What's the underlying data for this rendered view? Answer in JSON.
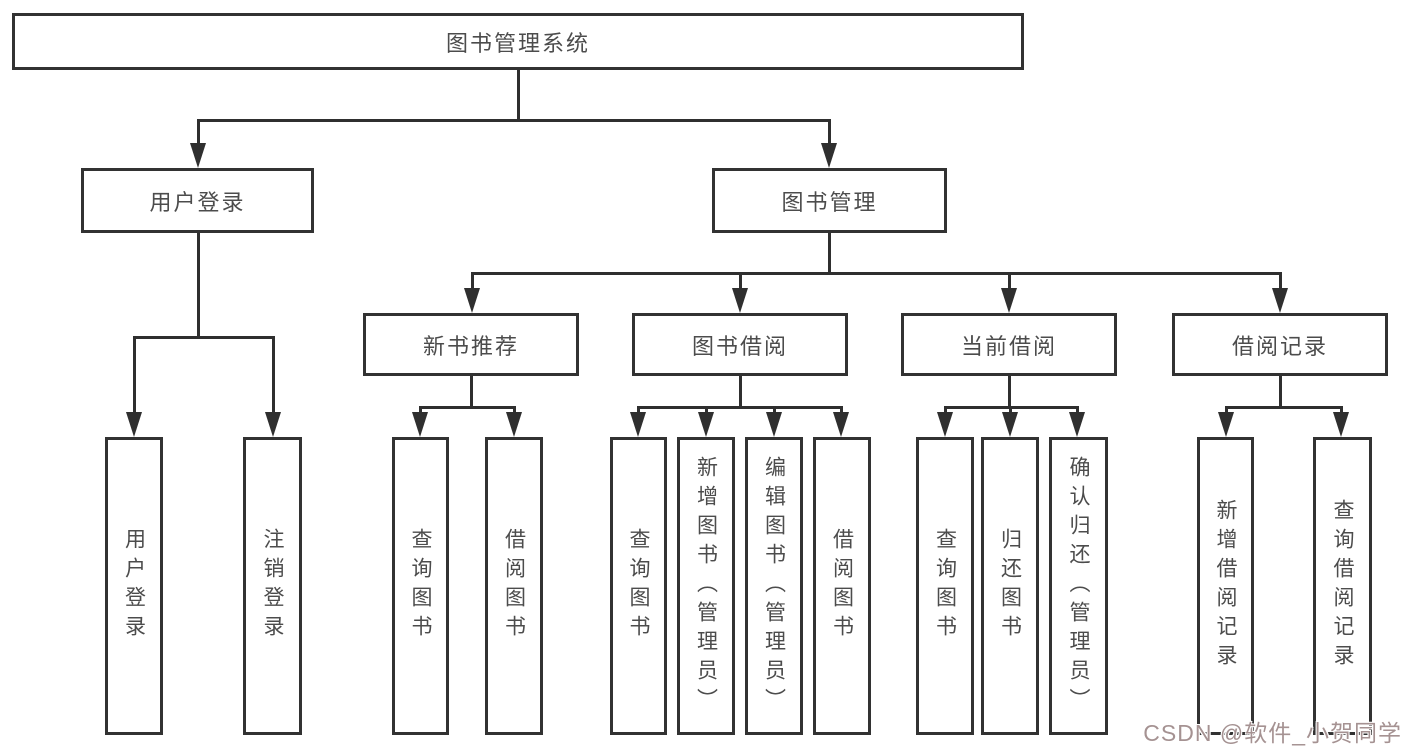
{
  "diagram": {
    "title": "图书管理系统",
    "level2": {
      "user_login": "用户登录",
      "book_mgmt": "图书管理"
    },
    "level3": {
      "new_book_rec": "新书推荐",
      "book_borrow": "图书借阅",
      "current_borrow": "当前借阅",
      "borrow_records": "借阅记录"
    },
    "leaves": {
      "user_login": "用户登录",
      "logout": "注销登录",
      "nb_query_books": "查询图书",
      "nb_borrow_books": "借阅图书",
      "bb_query_books": "查询图书",
      "bb_add_books": "新增图书（管理员）",
      "bb_edit_books": "编辑图书（管理员）",
      "bb_borrow_books": "借阅图书",
      "cb_query_books": "查询图书",
      "cb_return_books": "归还图书",
      "cb_confirm_return": "确认归还（管理员）",
      "br_add_record": "新增借阅记录",
      "br_query_record": "查询借阅记录"
    }
  },
  "watermark": {
    "text": "CSDN @软件_小贺同学"
  },
  "colors": {
    "line": "#2f2f2f",
    "border": "#323232",
    "text": "#4c4c4c",
    "background": "#ffffff",
    "watermark": "#a59292"
  }
}
